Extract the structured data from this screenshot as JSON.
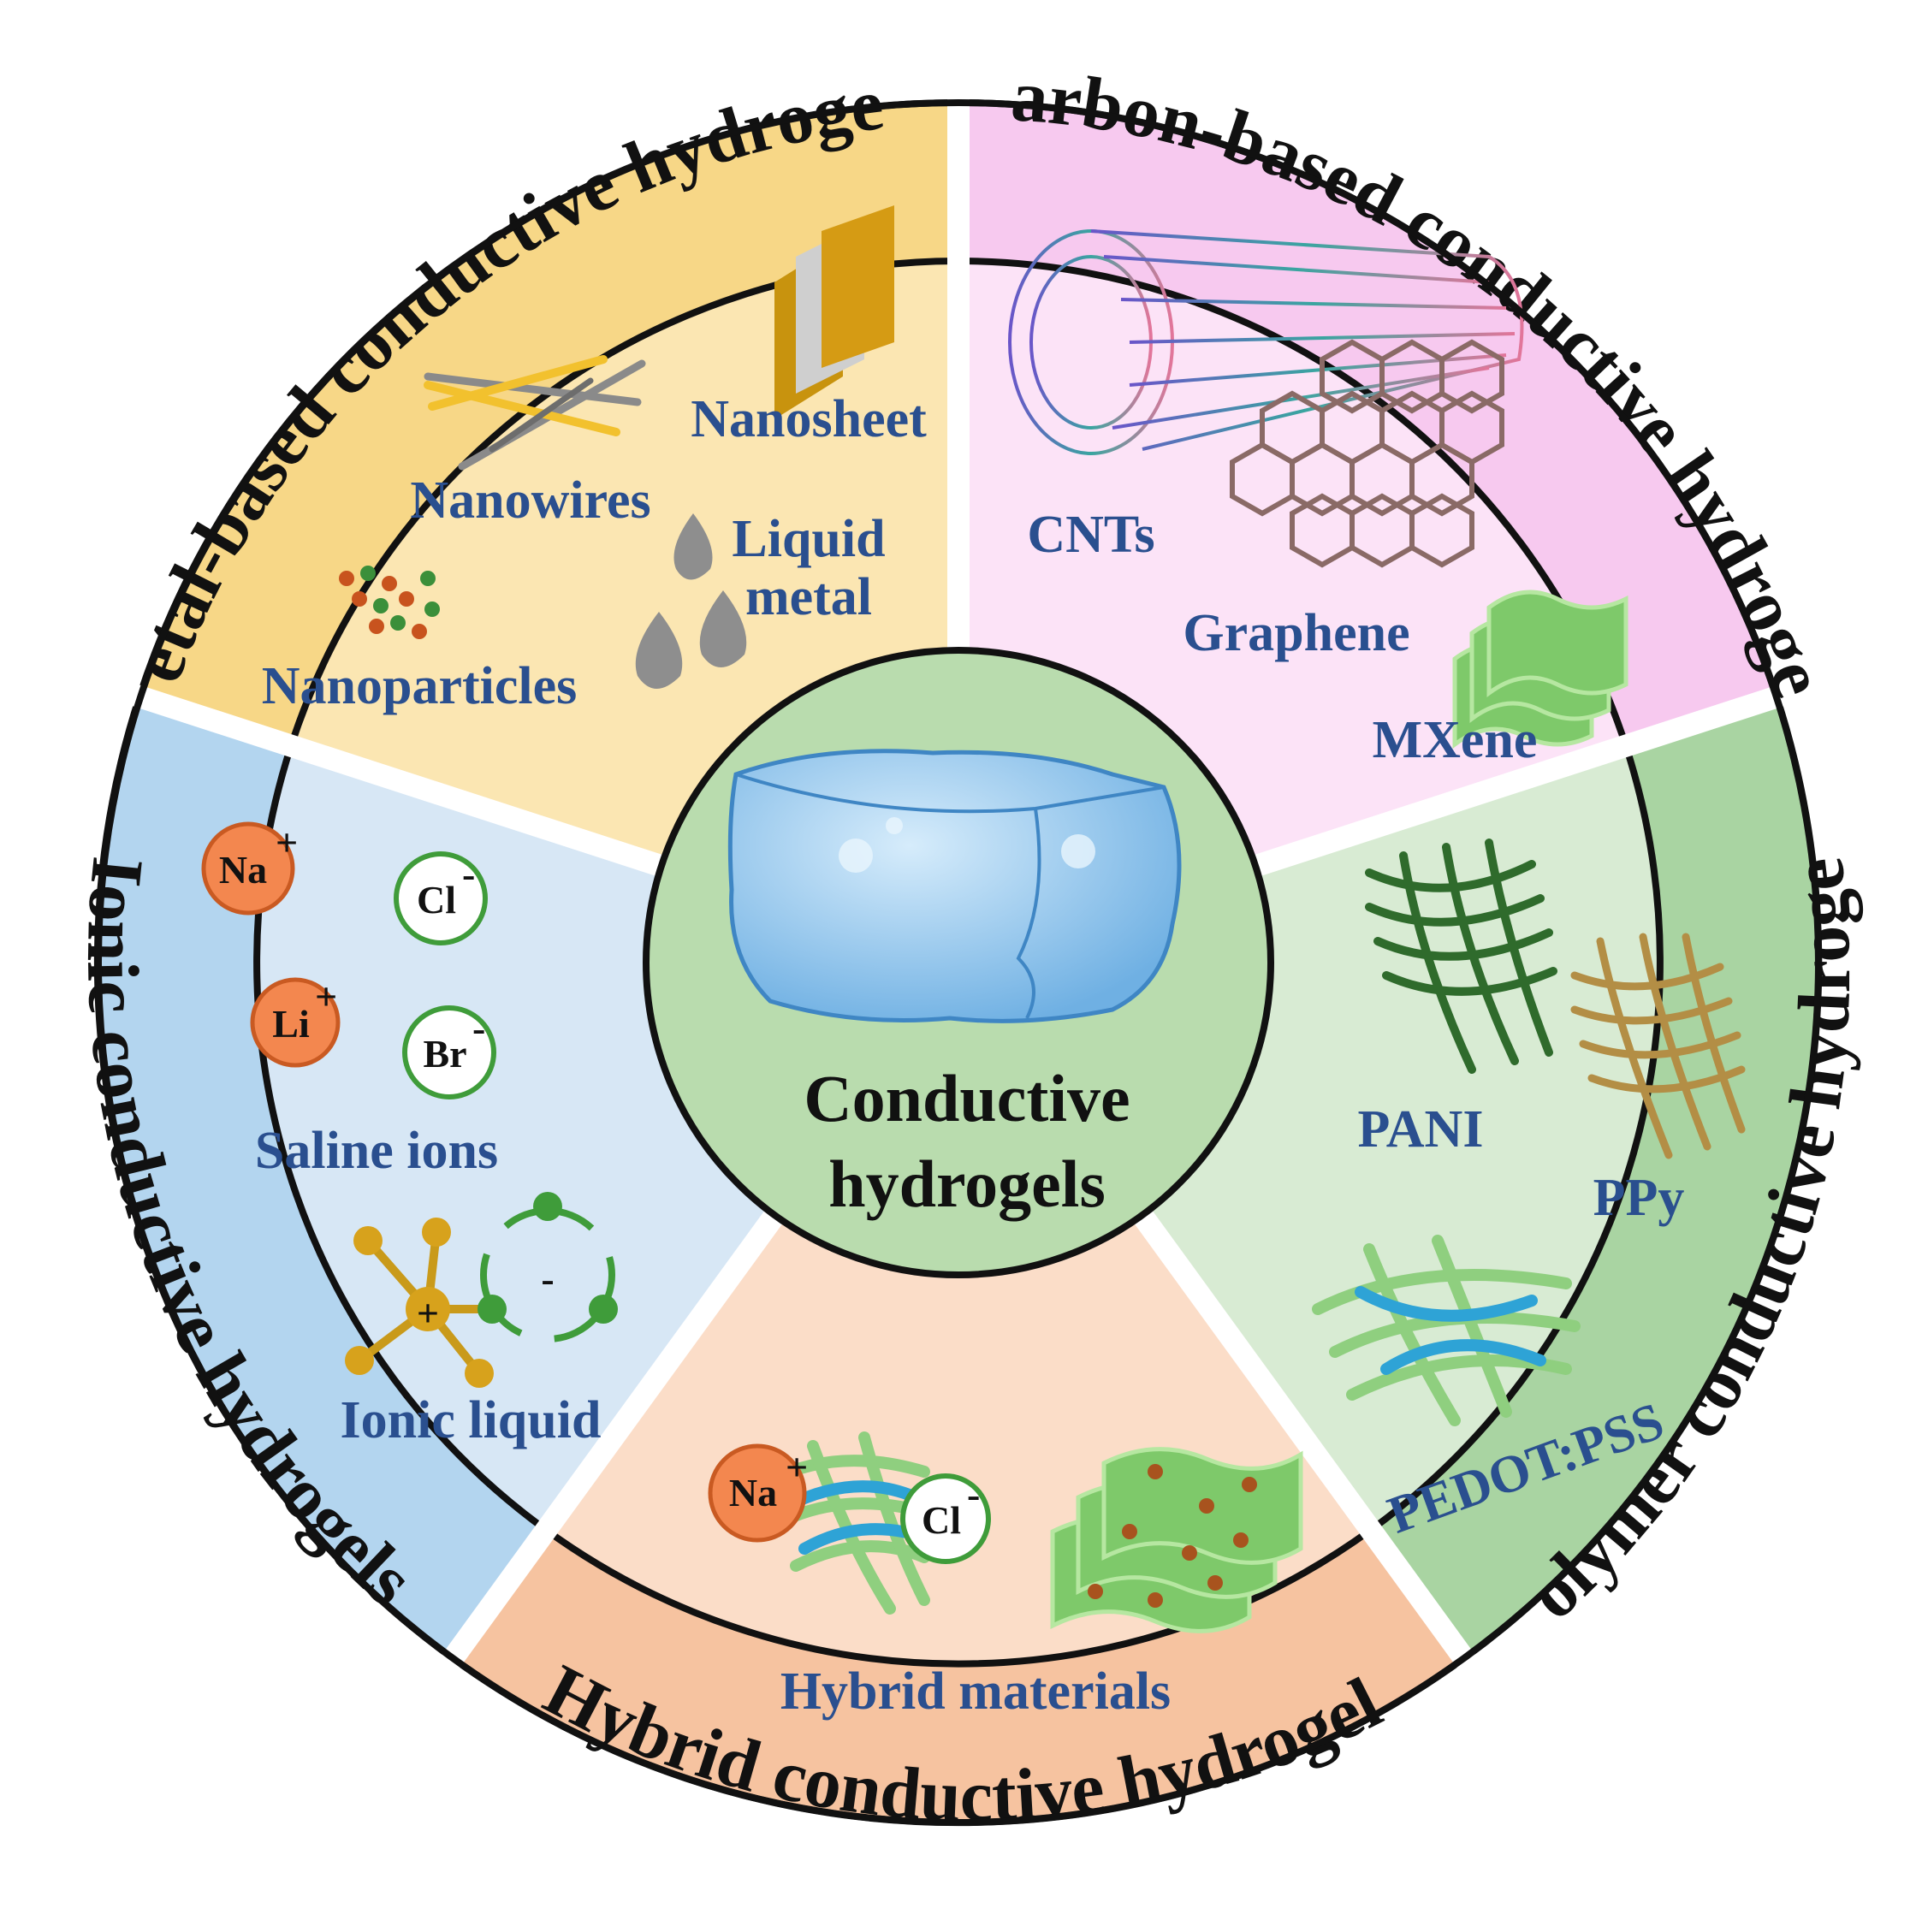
{
  "center": {
    "line1": "Conductive",
    "line2": "hydrogels"
  },
  "sectors": {
    "metal": {
      "title": "Metal-based conductive hydrogels",
      "color": "#fbe6b2",
      "ring_color": "#f7d787",
      "items": [
        "Nanosheet",
        "Nanowires",
        "Liquid",
        "metal",
        "Nanoparticles"
      ]
    },
    "carbon": {
      "title": "Carbon-based conductive hydrogels",
      "color": "#fce3f7",
      "ring_color": "#f7c9ef",
      "items": [
        "CNTs",
        "Graphene",
        "MXene"
      ]
    },
    "polymer": {
      "title": "Polymer conductive hydrogels",
      "color": "#d8ebd3",
      "ring_color": "#a9d4a2",
      "items": [
        "PANI",
        "PPy",
        "PEDOT:PSS"
      ]
    },
    "hybrid": {
      "title": "Hybrid conductive hydrogels",
      "color": "#fbddc8",
      "ring_color": "#f6c3a0",
      "items": [
        "Hybrid materials"
      ],
      "ions": [
        "Na",
        "Cl"
      ]
    },
    "ionic": {
      "title": "Ionic conductive hydrogels",
      "color": "#d7e7f5",
      "ring_color": "#b3d5ef",
      "items": [
        "Saline ions",
        "Ionic liquid"
      ],
      "ions": [
        "Na",
        "Cl",
        "Li",
        "Br"
      ],
      "ion_charges": [
        "+",
        "-",
        "+",
        "-"
      ],
      "liquid_signs": [
        "+",
        "-"
      ]
    }
  },
  "colors": {
    "label_blue": "#2a4f8f",
    "cation_fill": "#f3874f",
    "anion_ring": "#3f9c3a",
    "center_fill": "#b9dcae",
    "ice": "#7fb9e8"
  }
}
